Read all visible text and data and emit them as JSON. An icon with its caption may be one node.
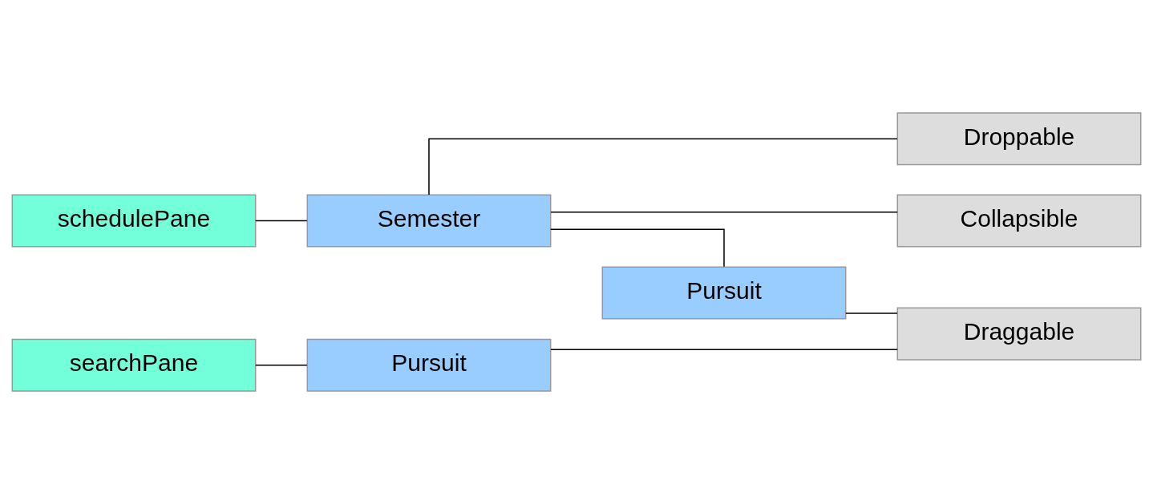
{
  "diagram": {
    "nodes": [
      {
        "text": [
          "schedulePane"
        ]
      },
      {
        "text": [
          "Semester"
        ]
      },
      {
        "text": [
          "Pursuit"
        ]
      },
      {
        "text": [
          "searchPane"
        ]
      },
      {
        "text": [
          "Pursuit"
        ]
      },
      {
        "text": [
          "Droppable"
        ]
      },
      {
        "text": [
          "Collapsible"
        ]
      },
      {
        "text": [
          "Draggable"
        ]
      }
    ],
    "edges": [
      {
        "from": 0,
        "to": 1,
        "arrow": "none"
      },
      {
        "from": 1,
        "to": 5,
        "arrow": "none"
      },
      {
        "from": 1,
        "to": 6,
        "arrow": "none"
      },
      {
        "from": 1,
        "to": 2,
        "arrow": "none"
      },
      {
        "from": 2,
        "to": 7,
        "arrow": "none"
      },
      {
        "from": 3,
        "to": 4,
        "arrow": "none"
      },
      {
        "from": 4,
        "to": 7,
        "arrow": "none"
      }
    ]
  }
}
